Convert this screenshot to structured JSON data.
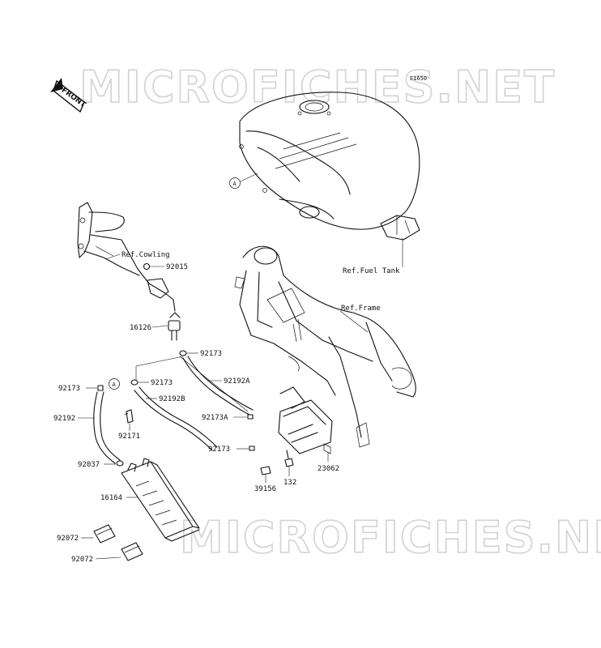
{
  "diagram": {
    "code": "E1650",
    "watermark": "MICROFICHES.NET",
    "orientation_label": "FRONT",
    "reference_marker": "A",
    "references": {
      "cowling": "Ref.Cowling",
      "fuel_tank": "Ref.Fuel Tank",
      "frame": "Ref.Frame"
    },
    "parts": {
      "p92015": "92015",
      "p16126": "16126",
      "p92173_a": "92173",
      "p92173_b": "92173",
      "p92173_left": "92173",
      "p92192A": "92192A",
      "p92192B": "92192B",
      "p92192": "92192",
      "p92171": "92171",
      "p92173A": "92173A",
      "p92173_c": "92173",
      "p92037": "92037",
      "p16164": "16164",
      "p92072_a": "92072",
      "p92072_b": "92072",
      "p39156": "39156",
      "p132": "132",
      "p23062": "23062"
    }
  }
}
